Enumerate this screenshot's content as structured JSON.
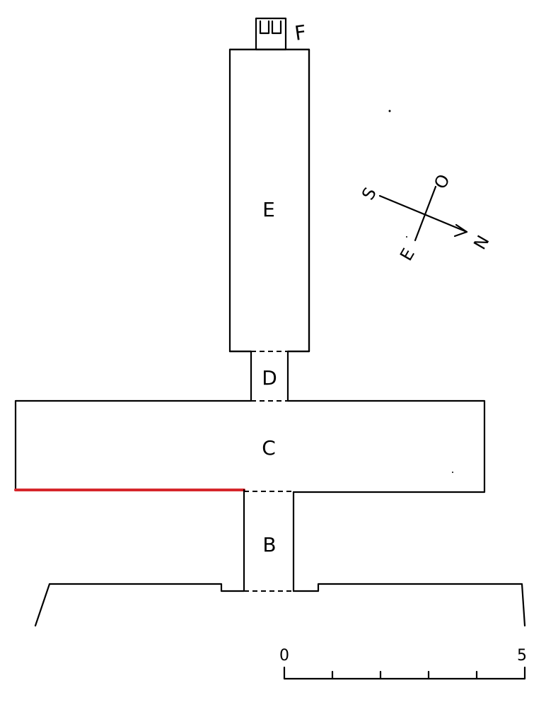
{
  "rooms": {
    "b": "B",
    "c": "C",
    "d": "D",
    "e": "E",
    "f": "F"
  },
  "compass": {
    "north": "N",
    "south": "S",
    "east": "E",
    "west": "O"
  },
  "scale": {
    "start": "0",
    "end": "5"
  },
  "colors": {
    "ink": "#000000",
    "highlight": "#d6262b"
  }
}
